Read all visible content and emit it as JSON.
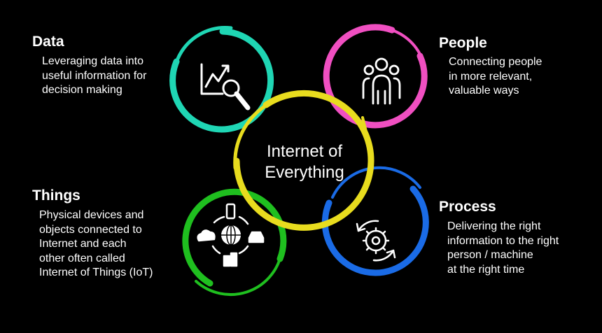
{
  "center": {
    "title_line1": "Internet of",
    "title_line2": "Everything",
    "color": "#e8dc1e"
  },
  "sections": {
    "data": {
      "heading": "Data",
      "lines": [
        "Leveraging data into",
        "useful information for",
        "decision making"
      ],
      "color": "#1fd6b4",
      "icon": "chart-magnifier-icon"
    },
    "people": {
      "heading": "People",
      "lines": [
        "Connecting people",
        "in more relevant,",
        "valuable ways"
      ],
      "color": "#f04fc1",
      "icon": "people-group-icon"
    },
    "things": {
      "heading": "Things",
      "lines": [
        "Physical devices and",
        "objects connected to",
        "Internet and each",
        "other  often called",
        "Internet of Things (IoT)"
      ],
      "color": "#1fbf1f",
      "icon": "connected-devices-icon"
    },
    "process": {
      "heading": "Process",
      "lines": [
        "Delivering the right",
        "information to the right",
        "person / machine",
        "at the right time"
      ],
      "color": "#1a6be6",
      "icon": "gear-cycle-icon"
    }
  }
}
